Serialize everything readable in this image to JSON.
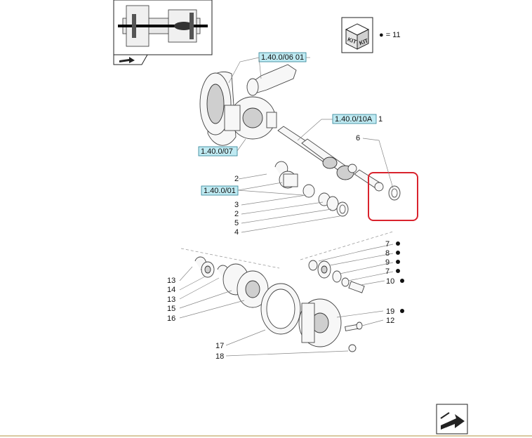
{
  "kit": {
    "icon": "kit-box-icon",
    "count": "● = 11"
  },
  "refs": {
    "r1": "1.40.0/06 01",
    "r2": "1.40.0/10A",
    "r2_suffix": "1",
    "r3": "1.40.0/07",
    "r4": "1.40.0/01"
  },
  "labels": {
    "l6": "6",
    "l2a": "2",
    "l3": "3",
    "l2b": "2",
    "l5": "5",
    "l4": "4",
    "l7a": "7",
    "l8": "8",
    "l9": "9",
    "l7b": "7",
    "l10": "10",
    "l13a": "13",
    "l14": "14",
    "l13b": "13",
    "l15": "15",
    "l16": "16",
    "l19": "19",
    "l12": "12",
    "l17": "17",
    "l18": "18"
  },
  "colors": {
    "highlight": "#d9232d",
    "ref_fill": "#bfeaf2"
  },
  "icons": {
    "thumbnail": "axle-thumbnail-icon",
    "nav_arrow": "nav-arrow-icon",
    "next_page": "next-page-icon"
  }
}
